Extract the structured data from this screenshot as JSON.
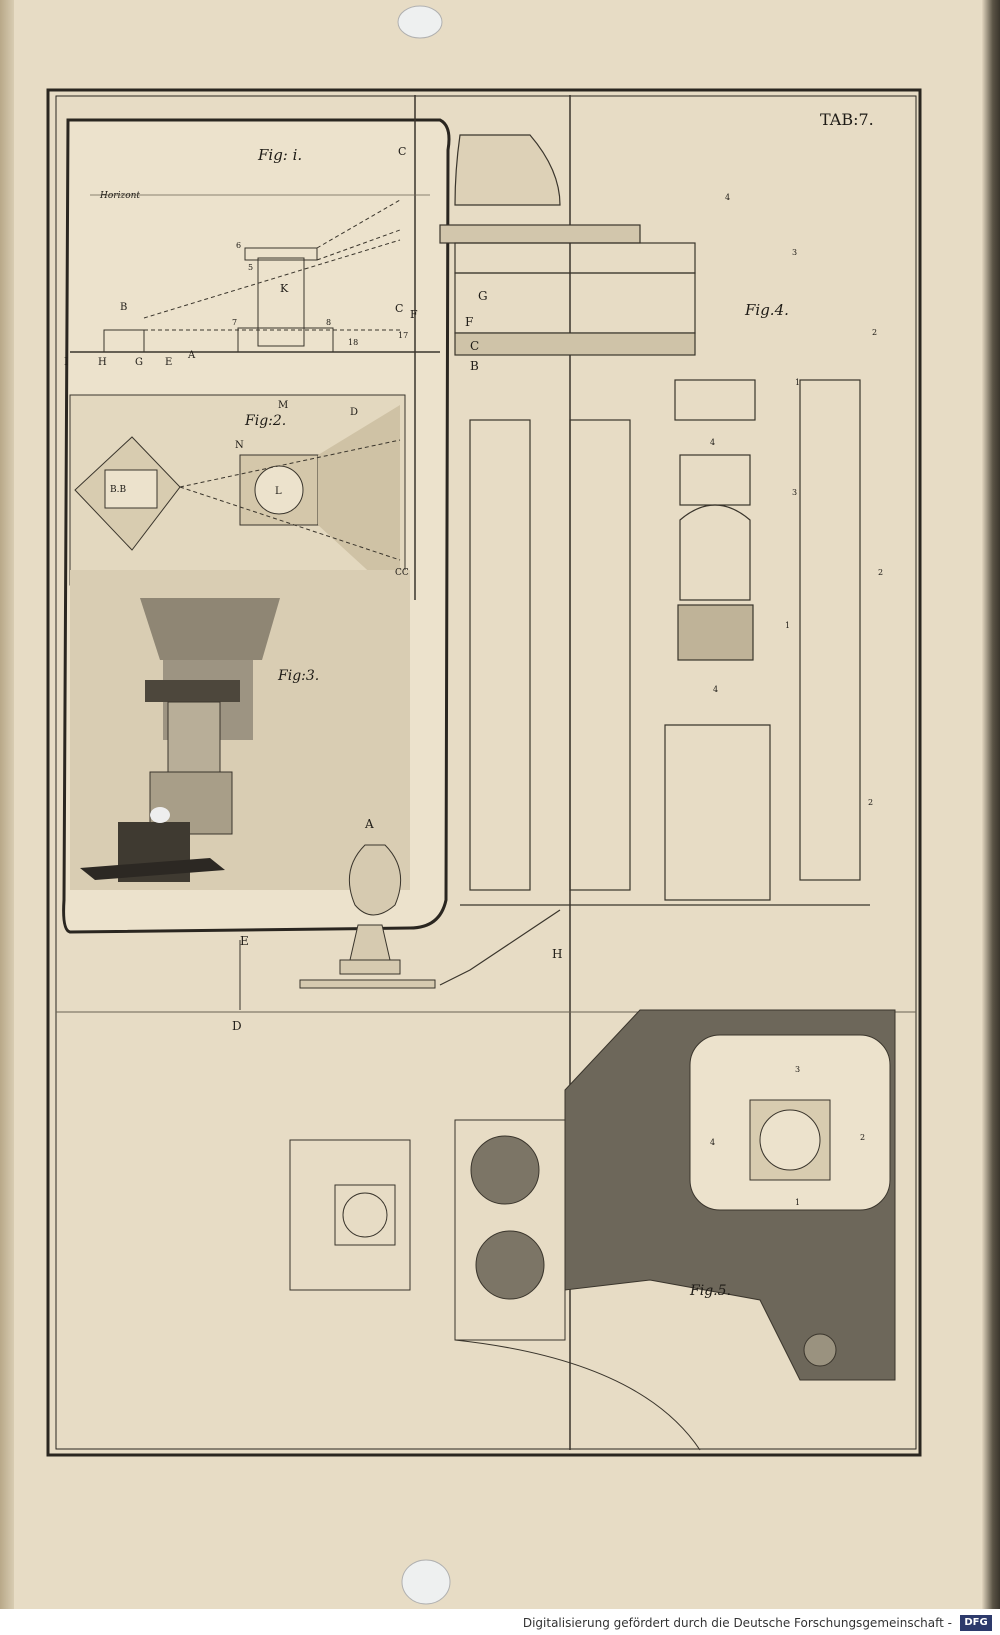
{
  "plate": {
    "title": "TAB:7.",
    "figures": {
      "fig1": "Fig: i.",
      "fig2": "Fig:2.",
      "fig3": "Fig:3.",
      "fig4": "Fig.4.",
      "fig5": "Fig.5."
    },
    "horizont_label": "Horizont",
    "letters": {
      "c_top": "C",
      "k": "K",
      "b_small": "B",
      "c_mid": "C",
      "f_mid": "F",
      "i": "I",
      "h": "H",
      "g": "G",
      "e": "E",
      "a": "A",
      "m": "M",
      "d_small": "D",
      "n": "N",
      "l": "L",
      "bb": "B.B",
      "cc": "CC",
      "g_right": "G",
      "f_right": "F",
      "c_right": "C",
      "b_right": "B",
      "a_urn": "A",
      "e_bottom": "E",
      "d_bottom": "D",
      "h_bottom": "H"
    },
    "numbers": {
      "n7": "7",
      "n8": "8",
      "n5": "5",
      "n6": "6",
      "n17": "17",
      "n18": "18",
      "n4a": "4",
      "n3a": "3",
      "n2a": "2",
      "n1a": "1",
      "n4b": "4",
      "n3b": "3",
      "n2b": "2",
      "n1b": "1",
      "n4c": "4",
      "n2c": "2",
      "n3d": "3",
      "n4d": "4",
      "n2d": "2",
      "n1d": "1"
    }
  },
  "footer": {
    "credit": "Digitalisierung gefördert durch die Deutsche Forschungsgemeinschaft -",
    "logo_text": "DFG"
  }
}
